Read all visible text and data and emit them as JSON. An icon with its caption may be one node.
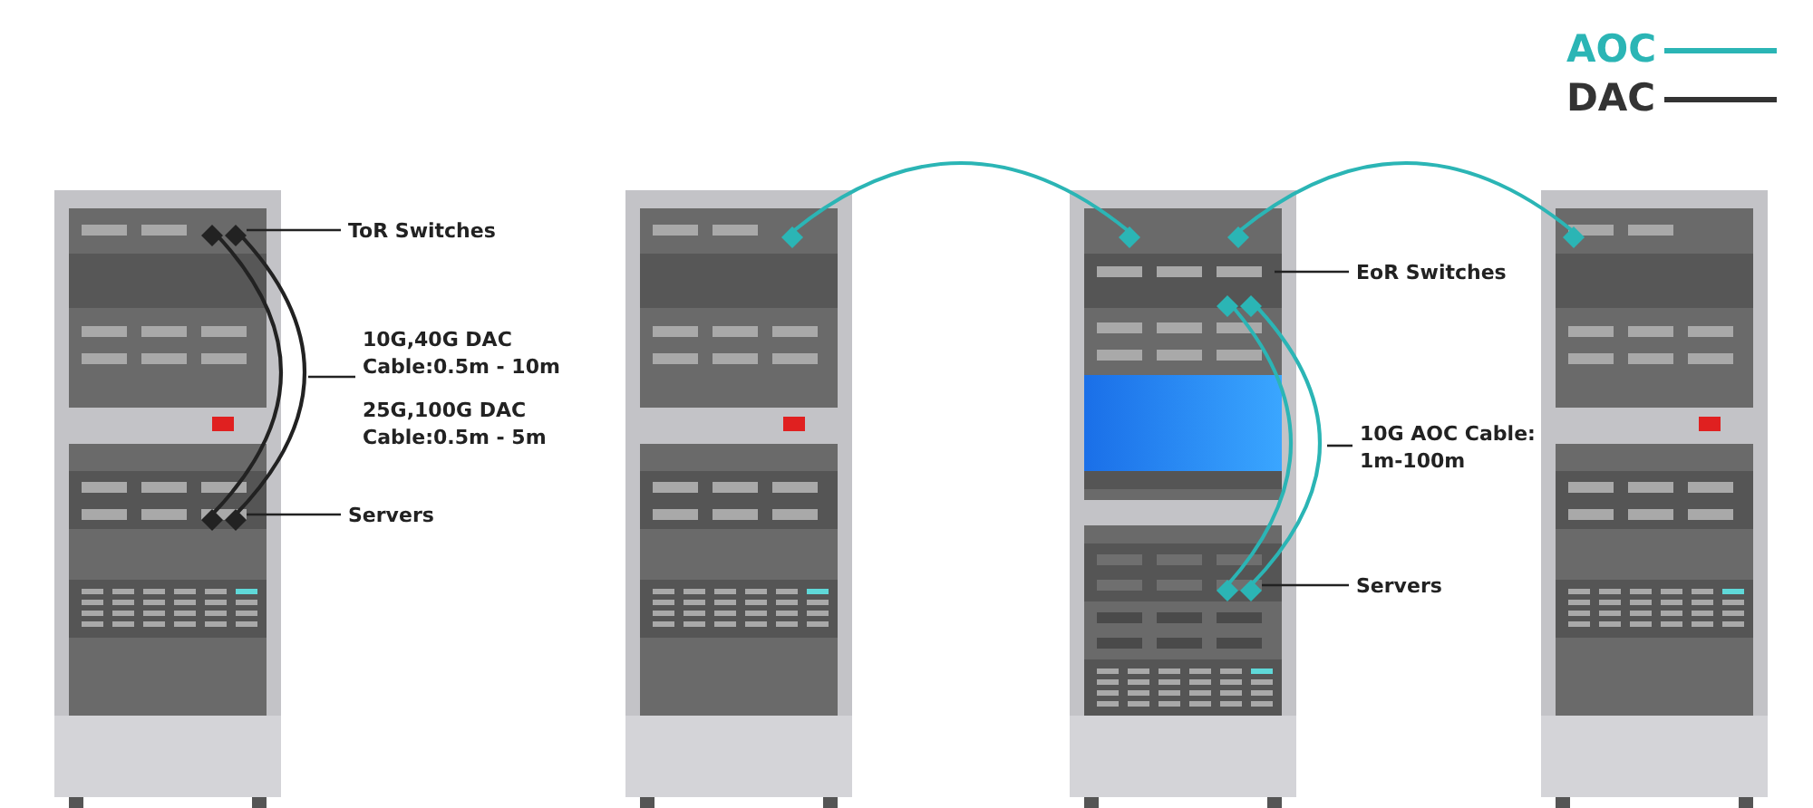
{
  "diagram": {
    "nodes": [
      {
        "text": [
          "ToR Switches"
        ]
      },
      {
        "text": [
          "10G,40G DAC Cable:0.5m - 10m",
          "25G,100G DAC Cable:0.5m - 5m"
        ]
      },
      {
        "text": [
          "Servers"
        ]
      },
      {
        "text": [
          "EoR Switches"
        ]
      },
      {
        "text": [
          "10G AOC Cable: 1m-100m"
        ]
      },
      {
        "text": [
          "Servers"
        ]
      },
      {
        "text": [],
        "shape": "diamond"
      },
      {
        "text": [],
        "shape": "diamond"
      },
      {
        "text": [],
        "shape": "diamond"
      },
      {
        "text": [],
        "shape": "diamond"
      },
      {
        "text": [],
        "shape": "diamond"
      },
      {
        "text": [],
        "shape": "diamond"
      },
      {
        "text": [],
        "shape": "diamond"
      },
      {
        "text": [],
        "shape": "diamond"
      },
      {
        "text": [],
        "shape": "diamond"
      },
      {
        "text": [],
        "shape": "diamond"
      },
      {
        "text": [],
        "shape": "diamond"
      },
      {
        "text": [],
        "shape": "diamond"
      }
    ],
    "edges": [
      {
        "from": 6,
        "to": 8,
        "arrow": "none"
      },
      {
        "from": 7,
        "to": 9,
        "arrow": "none"
      },
      {
        "from": 10,
        "to": 11,
        "arrow": "none",
        "color": "#2bb5b5"
      },
      {
        "from": 12,
        "to": 17,
        "arrow": "none",
        "color": "#2bb5b5"
      },
      {
        "from": 13,
        "to": 15,
        "arrow": "none",
        "color": "#2bb5b5"
      },
      {
        "from": 14,
        "to": 16,
        "arrow": "none",
        "color": "#2bb5b5"
      },
      {
        "from": 0,
        "to": 7,
        "arrow": "none"
      },
      {
        "from": 1,
        "to": null,
        "arrow": "none"
      },
      {
        "from": 2,
        "to": 9,
        "arrow": "none"
      },
      {
        "from": 3,
        "to": null,
        "arrow": "none"
      },
      {
        "from": 4,
        "to": null,
        "arrow": "none"
      },
      {
        "from": 5,
        "to": 16,
        "arrow": "none"
      }
    ],
    "legend": [
      {
        "text": "AOC"
      },
      {
        "text": "DAC"
      }
    ]
  }
}
